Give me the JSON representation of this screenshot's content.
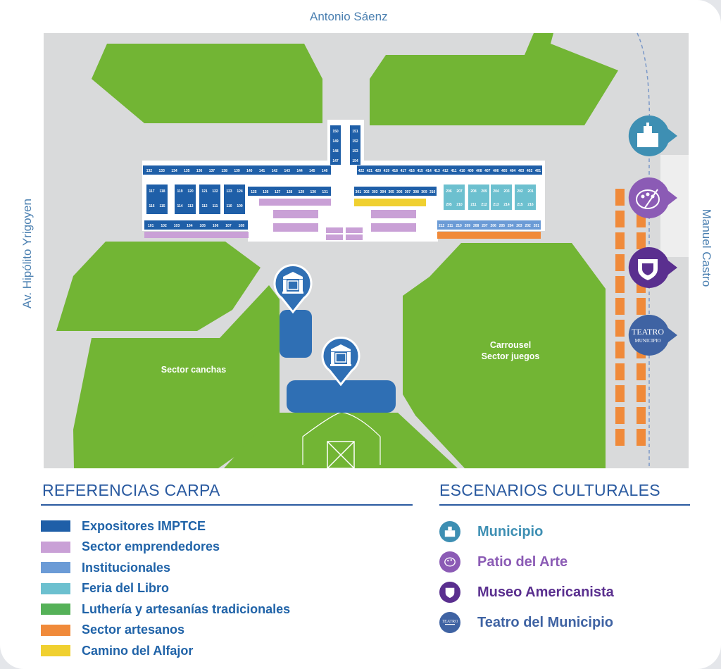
{
  "streets": {
    "top": "Antonio Sáenz",
    "left": "Av. Hipólito Yrigoyen",
    "right": "Manuel Castro"
  },
  "areas": {
    "canchas": "Sector canchas",
    "carrousel_line1": "Carrousel",
    "carrousel_line2": "Sector juegos"
  },
  "colors": {
    "grass": "#72b534",
    "pavement": "#d9dadb",
    "imptce": "#1f5fa8",
    "emprendedores": "#c9a0d6",
    "institucionales": "#6b9bd6",
    "feria": "#6cc0cf",
    "lutheria": "#55b158",
    "artesanos": "#f08a3a",
    "alfajor": "#f0d030",
    "stage": "#2f6fb4"
  },
  "stands": {
    "top_row": [
      "132",
      "133",
      "134",
      "135",
      "136",
      "137",
      "138",
      "139",
      "140",
      "141",
      "142",
      "143",
      "144",
      "145",
      "146"
    ],
    "stem_left": [
      "150",
      "149",
      "148",
      "147"
    ],
    "stem_right": [
      "151",
      "152",
      "153",
      "154"
    ],
    "right_top": [
      "422",
      "421",
      "420",
      "419",
      "418",
      "417",
      "416",
      "415",
      "414",
      "413",
      "412",
      "411",
      "410",
      "409",
      "408",
      "407",
      "406",
      "405",
      "404",
      "403",
      "402",
      "401"
    ],
    "left_block_top": [
      "117",
      "118",
      "119",
      "120",
      "121",
      "122",
      "123",
      "124"
    ],
    "left_block_bottom": [
      "116",
      "115",
      "114",
      "113",
      "112",
      "111",
      "110",
      "109"
    ],
    "mid_row": [
      "125",
      "126",
      "127",
      "128",
      "129",
      "130",
      "131"
    ],
    "bottom_left": [
      "101",
      "102",
      "103",
      "104",
      "105",
      "106",
      "107",
      "108"
    ],
    "mid_right_row": [
      "301",
      "302",
      "303",
      "304",
      "305",
      "306",
      "307",
      "308",
      "309",
      "310"
    ],
    "feria_top": [
      "206",
      "207",
      "208",
      "209",
      "204",
      "203",
      "202",
      "201"
    ],
    "feria_bottom": [
      "205",
      "210",
      "211",
      "212",
      "213",
      "214",
      "215",
      "216"
    ],
    "bottom_right": [
      "212",
      "211",
      "210",
      "209",
      "208",
      "207",
      "206",
      "205",
      "204",
      "203",
      "202",
      "201"
    ]
  },
  "theatre_icon": {
    "line1": "TEATRO",
    "line2": "MUNICIPIO"
  },
  "legend": {
    "title": "REFERENCIAS CARPA",
    "items": [
      {
        "label": "Expositores IMPTCE",
        "color": "#1f5fa8"
      },
      {
        "label": "Sector emprendedores",
        "color": "#c9a0d6"
      },
      {
        "label": "Institucionales",
        "color": "#6b9bd6"
      },
      {
        "label": "Feria del Libro",
        "color": "#6cc0cf"
      },
      {
        "label": "Luthería y artesanías tradicionales",
        "color": "#55b158"
      },
      {
        "label": "Sector artesanos",
        "color": "#f08a3a"
      },
      {
        "label": "Camino del Alfajor",
        "color": "#f0d030"
      }
    ]
  },
  "stages": {
    "title": "ESCENARIOS CULTURALES",
    "items": [
      {
        "label": "Municipio",
        "color": "#3e8fb3",
        "icon": "municipio-building-icon"
      },
      {
        "label": "Patio del Arte",
        "color": "#8b5bb5",
        "icon": "palette-icon"
      },
      {
        "label": "Museo Americanista",
        "color": "#5a2f8f",
        "icon": "museum-shield-icon"
      },
      {
        "label": "Teatro del Municipio",
        "color": "#3f63a3",
        "icon": "theatre-icon"
      }
    ]
  }
}
